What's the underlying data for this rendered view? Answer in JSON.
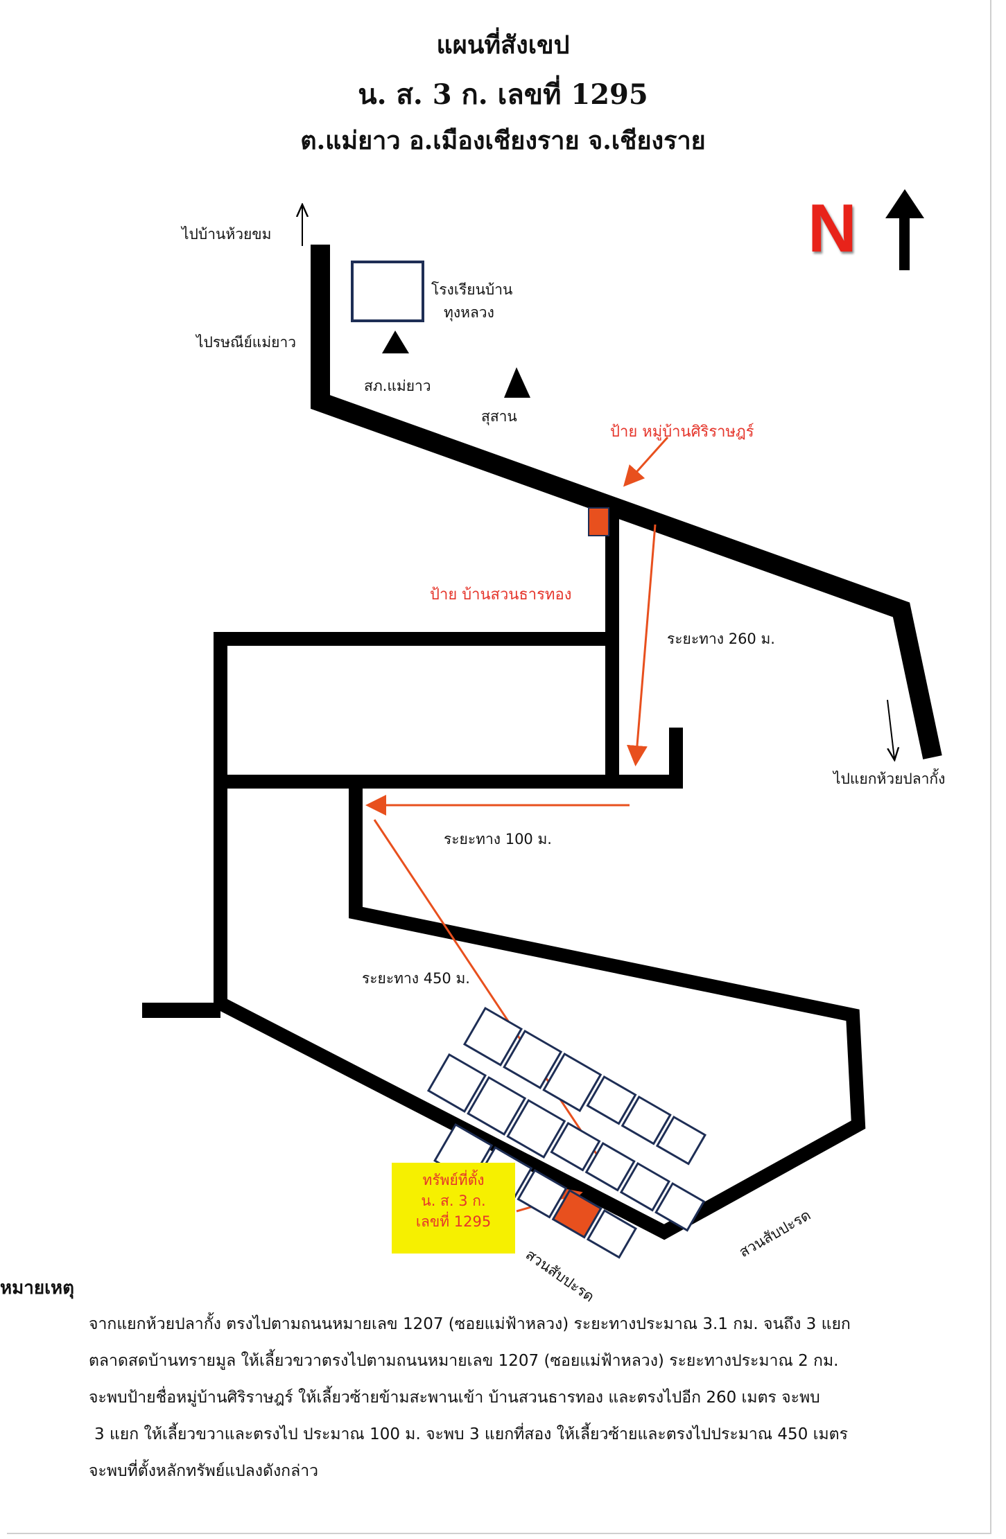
{
  "title": {
    "line1": "แผนที่สังเขป",
    "line2": "น. ส. 3 ก. เลขที่ 1295",
    "line3": "ต.แม่ยาว อ.เมืองเชียงราย จ.เชียงราย"
  },
  "compass": {
    "letter": "N",
    "color": "#e8231a"
  },
  "labels": {
    "to_huay_khom": "ไปบ้านห้วยขม",
    "school": [
      "โรงเรียนบ้าน",
      "ทุงหลวง"
    ],
    "post_office": "ไปรษณีย์แม่ยาว",
    "police": "สภ.แม่ยาว",
    "cemetery": "สุสาน",
    "sign_village": "ป้าย หมู่บ้านศิริราษฎร์",
    "sign_garden": "ป้าย บ้านสวนธารทอง",
    "distance_260": "ระยะทาง   260  ม.",
    "to_junction": "ไปแยกห้วยปลากั้ง",
    "distance_100": "ระยะทาง 100  ม.",
    "distance_450": "ระยะทาง 450 ม.",
    "pineapple_1": "สวนสับปะรด",
    "pineapple_2": "สวนสับปะรด"
  },
  "property_box": {
    "line1": "ทรัพย์ที่ตั้ง",
    "line2": "น. ส. 3 ก.",
    "line3": "เลขที่ 1295",
    "bg_color": "#f6f000"
  },
  "colors": {
    "road": "#000000",
    "route": "#e8501e",
    "marker": "#e8501e",
    "plot": "#1e2e55"
  },
  "notes": {
    "heading": "หมายเหตุ",
    "lines": [
      "จากแยกห้วยปลากั้ง ตรงไปตามถนนหมายเลข 1207 (ซอยแม่ฟ้าหลวง) ระยะทางประมาณ 3.1 กม. จนถึง 3 แยก",
      "ตลาดสดบ้านทรายมูล ให้เลี้ยวขวาตรงไปตามถนนหมายเลข 1207 (ซอยแม่ฟ้าหลวง) ระยะทางประมาณ 2 กม.",
      "จะพบป้ายชื่อหมู่บ้านศิริราษฎร์ ให้เลี้ยวซ้ายข้ามสะพานเข้า บ้านสวนธารทอง และตรงไปอีก 260 เมตร จะพบ",
      "3 แยก ให้เลี้ยวขวาและตรงไป ประมาณ 100 ม. จะพบ 3 แยกที่สอง ให้เลี้ยวซ้ายและตรงไปประมาณ 450 เมตร",
      "จะพบที่ตั้งหลักทรัพย์แปลงดังกล่าว"
    ]
  }
}
